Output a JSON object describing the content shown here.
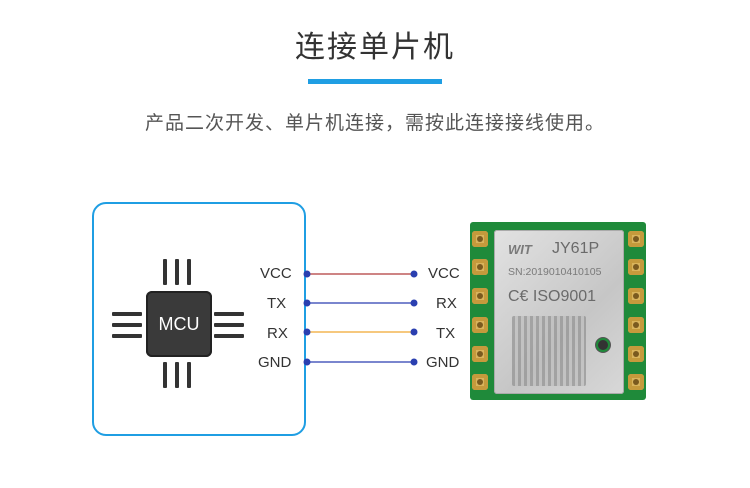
{
  "header": {
    "title": "连接单片机",
    "subtitle": "产品二次开发、单片机连接，需按此连接接线使用。"
  },
  "mcu": {
    "chip_label": "MCU"
  },
  "pins_left": [
    "VCC",
    "TX",
    "RX",
    "GND"
  ],
  "pins_right": [
    "VCC",
    "RX",
    "TX",
    "GND"
  ],
  "wire_colors": [
    "#b03a3a",
    "#2a3fb0",
    "#f0a830",
    "#2a3fb0"
  ],
  "module": {
    "brand": "WIT",
    "model": "JY61P",
    "serial": "SN:2019010410105",
    "cert": "C€ ISO9001"
  }
}
